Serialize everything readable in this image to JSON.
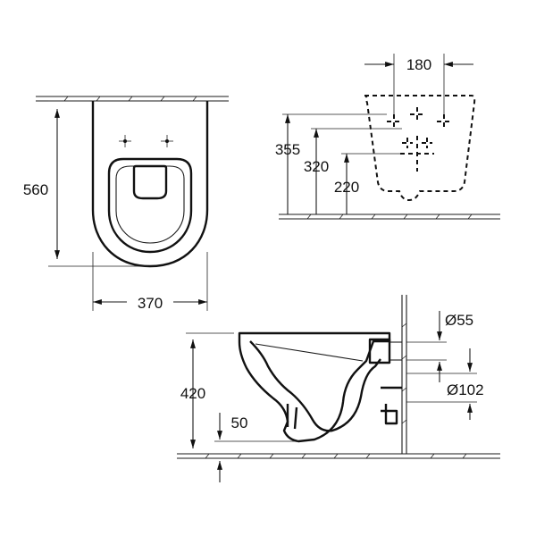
{
  "dimensions": {
    "top_width": "370",
    "top_depth": "560",
    "back_spacing": "180",
    "back_355": "355",
    "back_320": "320",
    "back_220": "220",
    "side_height": "420",
    "side_50": "50",
    "pipe_small": "Ø55",
    "pipe_large": "Ø102"
  },
  "colors": {
    "line": "#111111",
    "background": "#ffffff"
  }
}
